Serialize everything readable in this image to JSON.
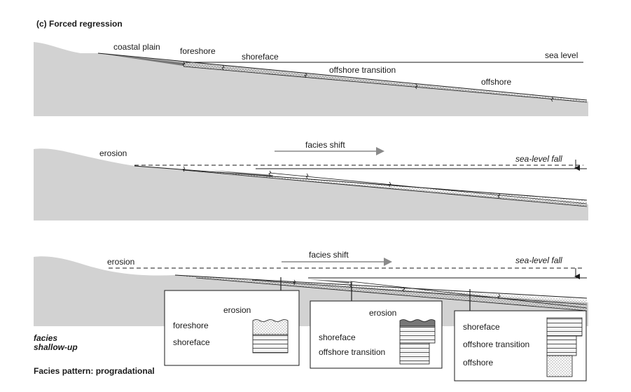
{
  "title": "(c) Forced regression",
  "panel1": {
    "coastal_plain": "coastal plain",
    "foreshore": "foreshore",
    "shoreface": "shoreface",
    "offshore_transition": "offshore transition",
    "offshore": "offshore",
    "sea_level": "sea level"
  },
  "panel2": {
    "erosion": "erosion",
    "facies_shift": "facies shift",
    "sea_level_fall": "sea-level fall"
  },
  "panel3": {
    "erosion": "erosion",
    "facies_shift": "facies shift",
    "sea_level_fall": "sea-level fall",
    "box1": {
      "erosion": "erosion",
      "foreshore": "foreshore",
      "shoreface": "shoreface"
    },
    "box2": {
      "erosion": "erosion",
      "shoreface": "shoreface",
      "offshore_transition": "offshore transition"
    },
    "box3": {
      "shoreface": "shoreface",
      "offshore_transition": "offshore transition",
      "offshore": "offshore"
    }
  },
  "facies_label_1": "facies",
  "facies_label_2": "shallow-up",
  "facies_pattern": "Facies pattern: progradational",
  "colors": {
    "ground": "#d2d2d2",
    "line": "#1a1a1a",
    "arrow": "#8a8a8a",
    "dark_wedge": "#777777"
  }
}
